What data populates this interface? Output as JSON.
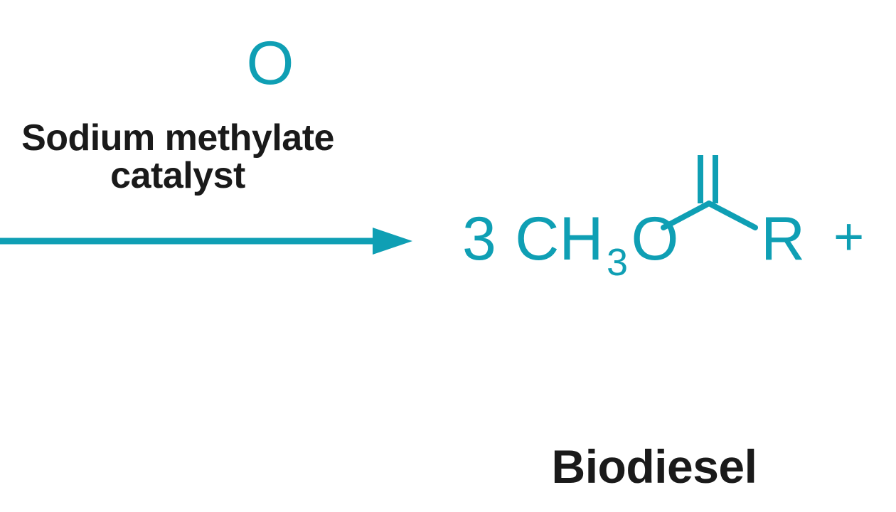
{
  "diagram": {
    "kind": "chemical-reaction-scheme",
    "topic": "Biodiesel transesterification product side",
    "background_color": "#ffffff",
    "accent_color": "#0f9fb4",
    "text_color": "#1a1a1a"
  },
  "conditions": {
    "line1": "Sodium methylate",
    "line2": "catalyst",
    "note_cropped_left": "Sodium is clipped at the left image edge"
  },
  "arrow": {
    "direction": "right",
    "color": "#0f9fb4",
    "label": "reaction-arrow"
  },
  "product": {
    "coefficient": "3",
    "formula_parts": {
      "alkyl": "CH",
      "alkyl_sub": "3",
      "ester_oxygen": "O",
      "carbonyl_oxygen": "O",
      "r_group": "R"
    },
    "plus_sign": "+",
    "full_formula": "3 CH3O-C(=O)-R",
    "bond_type_carbonyl": "double",
    "bond_type_ester": "single",
    "color": "#0f9fb4"
  },
  "caption": {
    "label": "Biodiesel"
  }
}
